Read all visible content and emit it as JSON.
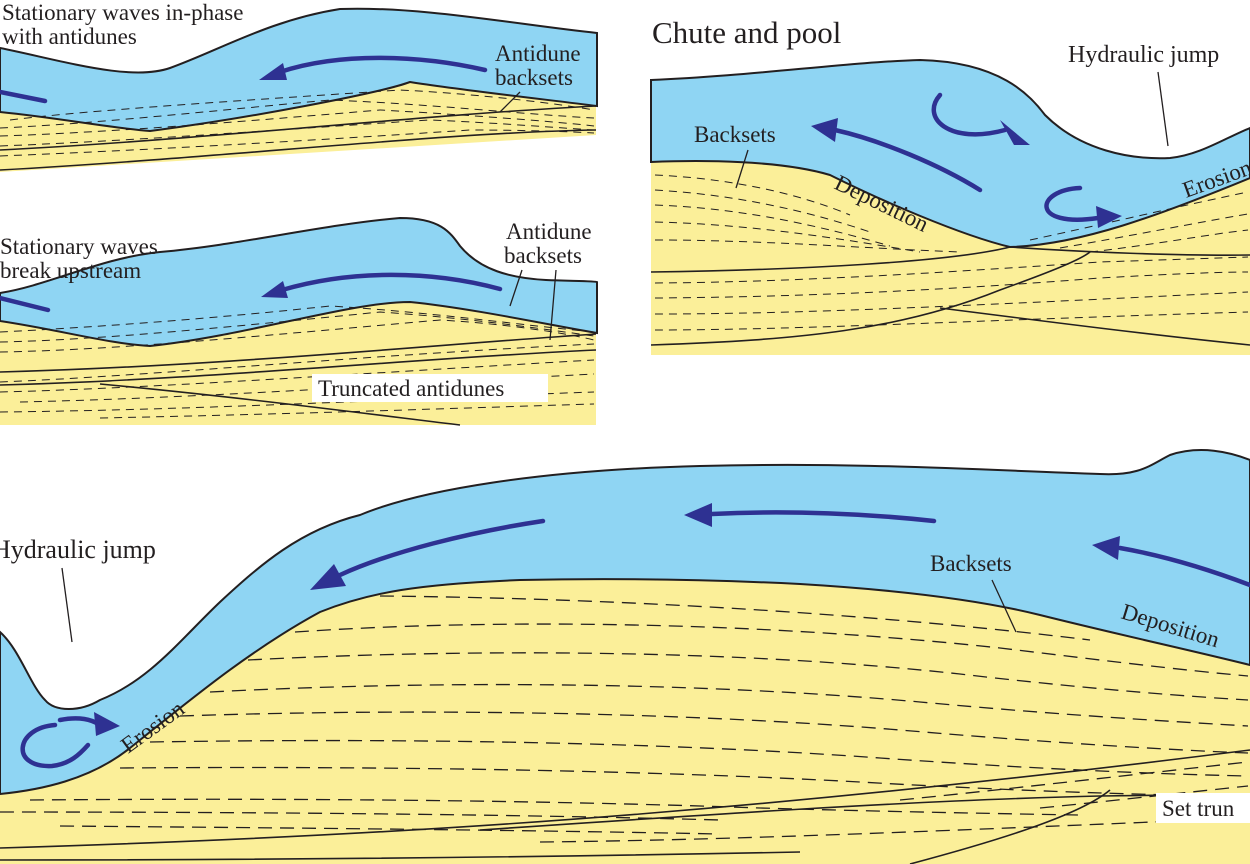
{
  "panels": {
    "inphase": {
      "title": "Stationary waves in-phase\nwith antidunes",
      "title_line1": "Stationary waves in-phase",
      "title_line2": "with antidunes",
      "backsets_label_line1": "Antidune",
      "backsets_label_line2": "backsets"
    },
    "breaking": {
      "title_line1": "Stationary waves",
      "title_line2": "break upstream",
      "backsets_label_line1": "Antidune",
      "backsets_label_line2": "backsets",
      "truncated_label": "Truncated antidunes"
    },
    "chute_pool": {
      "title": "Chute and pool",
      "jump_label": "Hydraulic jump",
      "backsets_label": "Backsets",
      "deposition_label": "Deposition",
      "erosion_label": "Erosion"
    },
    "cyclic_step": {
      "jump_label": "Hydraulic jump",
      "backsets_label": "Backsets",
      "deposition_label": "Deposition",
      "erosion_label": "Erosion",
      "set_label": "Set trun"
    }
  },
  "colors": {
    "water": "#8fd5f3",
    "sediment": "#fbef99",
    "flow_arrow": "#2e3192",
    "outline": "#231f20"
  },
  "icons": {
    "flow": "flow-arrow-icon",
    "eddy": "eddy-arrow-icon"
  }
}
